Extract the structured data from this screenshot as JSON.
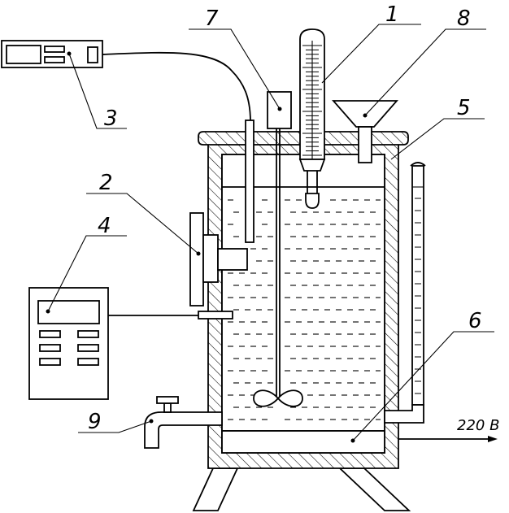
{
  "labels": {
    "n1": "1",
    "n2": "2",
    "n3": "3",
    "n4": "4",
    "n5": "5",
    "n6": "6",
    "n7": "7",
    "n8": "8",
    "n9": "9",
    "voltage": "220 В"
  },
  "colors": {
    "line": "#000000",
    "background": "#ffffff"
  }
}
